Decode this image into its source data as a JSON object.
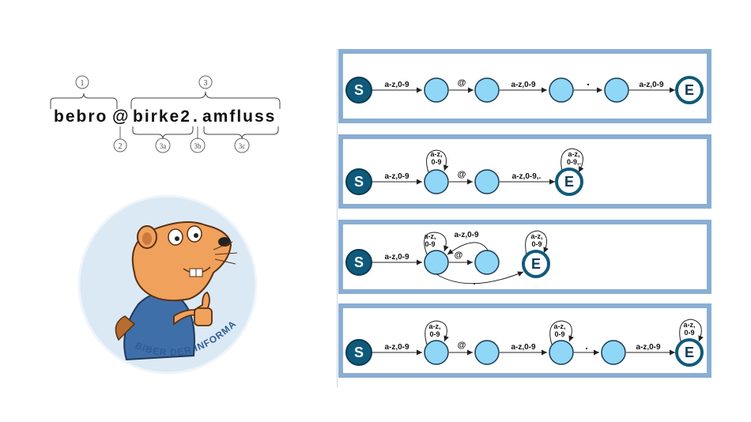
{
  "email": {
    "parts": [
      "bebro",
      "@",
      "birke2",
      ".",
      "amfluss"
    ],
    "markers": [
      "1",
      "2",
      "3",
      "3a",
      "3b",
      "3c"
    ]
  },
  "logo": {
    "text": "BIBER DER INFORMATIK",
    "colors": {
      "disc": "#dbe9f5",
      "body": "#3f6fa8",
      "fur": "#f0a15c"
    }
  },
  "colors": {
    "panel_border": "#8aaed3",
    "state_fill": "#8fd6f7",
    "terminal_fill": "#0f5a7a",
    "final_ring": "#0f5a7a"
  },
  "automata": [
    {
      "start_label": "S",
      "end_label": "E",
      "labels": [
        "a-z,0-9",
        "@",
        "a-z,0-9",
        ".",
        "a-z,0-9"
      ]
    },
    {
      "start_label": "S",
      "end_label": "E",
      "labels": [
        "a-z,0-9",
        "@",
        "a-z,0-9,."
      ],
      "loops": [
        [
          "a-z,",
          "0-9"
        ],
        [
          "a-z,",
          "0-9,."
        ]
      ]
    },
    {
      "start_label": "S",
      "end_label": "E",
      "labels": [
        "a-z,0-9",
        "@",
        "a-z,0-9",
        "."
      ],
      "loops": [
        [
          "a-z,",
          "0-9"
        ],
        [
          "a-z,",
          "0-9"
        ]
      ]
    },
    {
      "start_label": "S",
      "end_label": "E",
      "labels": [
        "a-z,0-9",
        "@",
        "a-z,0-9",
        ".",
        "a-z,0-9"
      ],
      "loops": [
        [
          "a-z,",
          "0-9"
        ],
        [
          "a-z,",
          "0-9"
        ],
        [
          "a-z,",
          "0-9"
        ]
      ]
    }
  ]
}
